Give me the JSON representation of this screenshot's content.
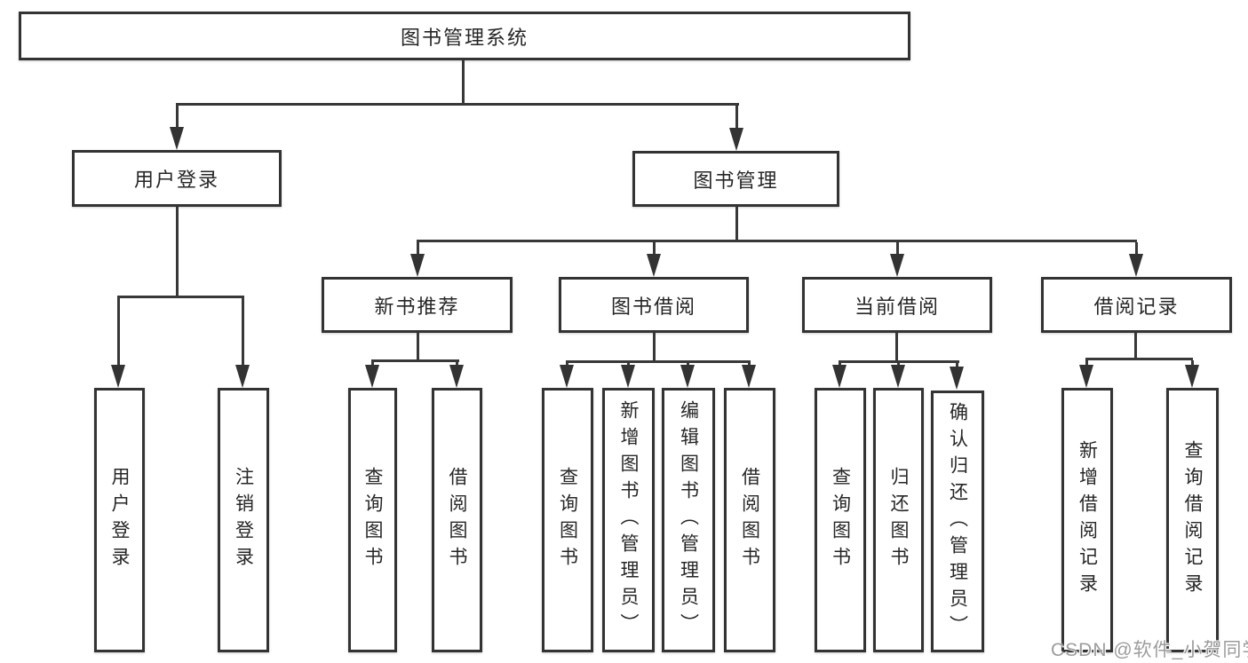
{
  "diagram_title": "图书管理系统",
  "tree": {
    "root": {
      "label": "图书管理系统"
    },
    "branches": [
      {
        "label": "用户登录",
        "children": [
          {
            "label": "用户登录"
          },
          {
            "label": "注销登录"
          }
        ]
      },
      {
        "label": "图书管理",
        "children": [
          {
            "label": "新书推荐",
            "children": [
              {
                "label": "查询图书"
              },
              {
                "label": "借阅图书"
              }
            ]
          },
          {
            "label": "图书借阅",
            "children": [
              {
                "label": "查询图书"
              },
              {
                "label": "新增图书（管理员）"
              },
              {
                "label": "编辑图书（管理员）"
              },
              {
                "label": "借阅图书"
              }
            ]
          },
          {
            "label": "当前借阅",
            "children": [
              {
                "label": "查询图书"
              },
              {
                "label": "归还图书"
              },
              {
                "label": "确认归还（管理员）"
              }
            ]
          },
          {
            "label": "借阅记录",
            "children": [
              {
                "label": "新增借阅记录"
              },
              {
                "label": "查询借阅记录"
              }
            ]
          }
        ]
      }
    ]
  },
  "watermark": {
    "text": "CSDN @软件_小贺同学"
  },
  "colors": {
    "line": "#383838",
    "box_border": "#333333",
    "text": "#262626",
    "watermark_text": "#9c9c9c",
    "background": "#ffffff"
  }
}
